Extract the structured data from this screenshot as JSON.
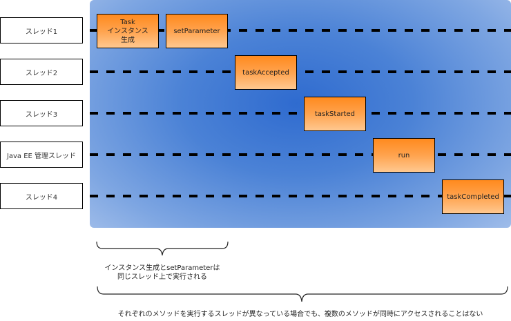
{
  "threads": [
    {
      "label": "スレッド1"
    },
    {
      "label": "スレッド2"
    },
    {
      "label": "スレッド3"
    },
    {
      "label": "Java EE 管理スレッド"
    },
    {
      "label": "スレッド4"
    }
  ],
  "methods": [
    {
      "thread": "スレッド1",
      "label": "Task\nインスタンス\n生成"
    },
    {
      "thread": "スレッド1",
      "label": "setParameter"
    },
    {
      "thread": "スレッド2",
      "label": "taskAccepted"
    },
    {
      "thread": "スレッド3",
      "label": "taskStarted"
    },
    {
      "thread": "Java EE 管理スレッド",
      "label": "run"
    },
    {
      "thread": "スレッド4",
      "label": "taskCompleted"
    }
  ],
  "annotations": {
    "same_thread": "インスタンス生成とsetParameterは\n同じスレッド上で実行される",
    "no_concurrent": "それぞれのメソッドを実行するスレッドが異なっている場合でも、複数のメソッドが同時にアクセスされることはない"
  },
  "colors": {
    "method_fill_top": "#ff8a1e",
    "method_fill_bottom": "#ffc890",
    "panel_blue": "#2f6bcf",
    "panel_light": "#9dbbe9"
  }
}
